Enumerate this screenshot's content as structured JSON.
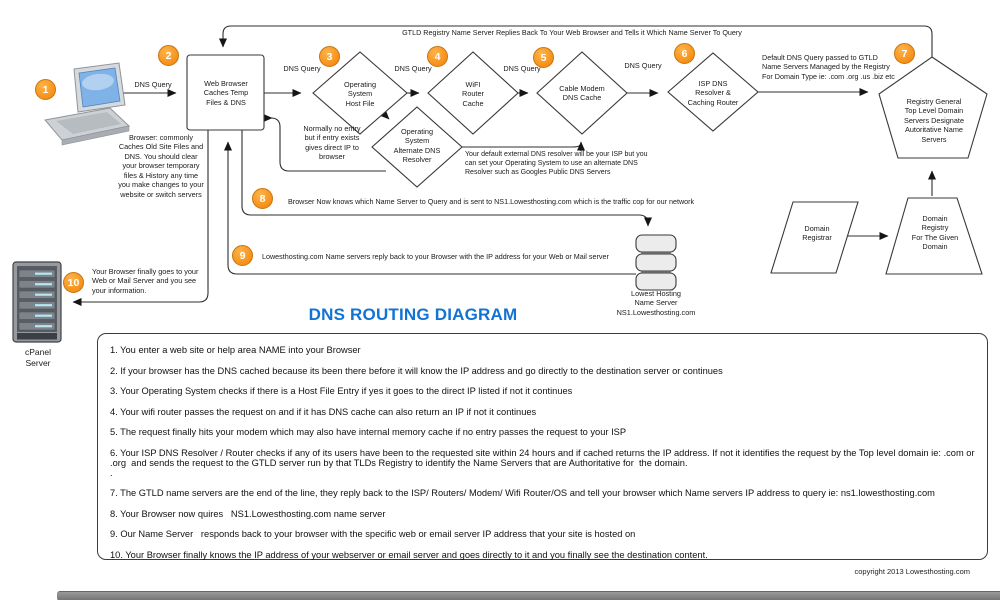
{
  "title": "DNS ROUTING DIAGRAM",
  "copyright": "copyright 2013 Lowesthosting.com",
  "colors": {
    "badge_orange": "#F7941D",
    "title_blue": "#1173D4",
    "line": "#2F2F2F",
    "laptop_screen_blue": "#7FB3E8",
    "cpanel_slot_cyan": "#B5E6F2"
  },
  "banner": {
    "gtld_reply": "GTLD Registry Name Server Replies Back To Your Web Browser and Tells it Which Name Server To Query"
  },
  "labels": {
    "dns_query": "DNS Query"
  },
  "steps": {
    "s1": "1",
    "s2": "2",
    "s3": "3",
    "s4": "4",
    "s5": "5",
    "s6": "6",
    "s7": "7",
    "s8": "8",
    "s9": "9",
    "s10": "10"
  },
  "nodes": {
    "browser_box": "Web Browser\nCaches Temp\nFiles & DNS",
    "host_file": "Operating\nSystem\nHost File",
    "alt_resolver": "Operating\nSystem\nAlternate DNS\nResolver",
    "wifi": "WiFI\nRouter\nCache",
    "cable_modem": "Cable Modem\nDNS Cache",
    "isp": "ISP DNS\nResolver &\nCaching Router",
    "gtld_pentagon": "Registry General\nTop Level Domain\nServers Designate\nAutoritative Name\nServers",
    "domain_registrar": "Domain\nRegistrar",
    "domain_registry": "Domain\nRegistry\nFor The Given\nDomain",
    "name_server": "Lowest Hosting\nName Server\nNS1.Lowesthosting.com",
    "cpanel": "cPanel\nServer"
  },
  "notes": {
    "browser_cache": "Browser: commonly\nCaches Old Site Files and\nDNS.  You should clear\nyour browser temporary\nfiles & History any time\nyou make changes to your\nwebsite or switch servers",
    "host_entry": "Normally no entry\nbut if entry exists\ngives direct IP to\nbrowser",
    "default_gtld": "Default DNS Query passed to GTLD\nName Servers Managed by the Registry\nFor Domain Type ie: .com  .org .us .biz etc",
    "alt_resolver_info": "Your default external DNS resolver will be your ISP but you\ncan set your Operating System to use an alternate DNS\nResolver such as Googles Public DNS Servers",
    "step8": "Browser Now knows which Name Server to Query and is sent to NS1.Lowesthosting.com which is the traffic cop for our network",
    "step9": "Lowesthosting.com Name servers reply back to your Browser with the IP address for your Web or  Mail server",
    "step10": "Your Browser finally goes to your\nWeb or Mail Server and you see\nyour information."
  },
  "list": {
    "items": [
      "1. You enter a web site or help area NAME into your Browser",
      "2. If your browser has the DNS cached because its been there before it will know the IP address and go directly to the destination server or continues",
      "3. Your Operating System checks if there is a Host File Entry if yes it goes to the direct IP listed if not it continues",
      "4. Your wifi router passes the request on and if it has DNS cache can also return an IP if not it continues",
      "5. The request finally hits your modem which may also have internal memory cache if no entry passes the request to your ISP",
      "6. Your ISP DNS Resolver / Router checks if any of its users have been to the requested site within 24 hours and if cached returns the IP address. If not it identifies the request by the Top level domain ie: .com or .org  and sends the request to the GTLD server run by that TLDs Registry to identify the Name Servers that are Authoritative for  the domain.\n.",
      "7. The GTLD name servers are the end of the line, they reply back to the ISP/ Routers/ Modem/ Wifi Router/OS and tell your browser which Name servers IP address to query ie: ns1.lowesthosting.com",
      "8. Your Browser now quires   NS1.Lowesthosting.com name server",
      "9. Our Name Server   responds back to your browser with the specific web or email server IP address that your site is hosted on",
      "10. Your Browser finally knows the IP address of your webserver or email server and goes directly to it and you finally see the destination content."
    ]
  }
}
